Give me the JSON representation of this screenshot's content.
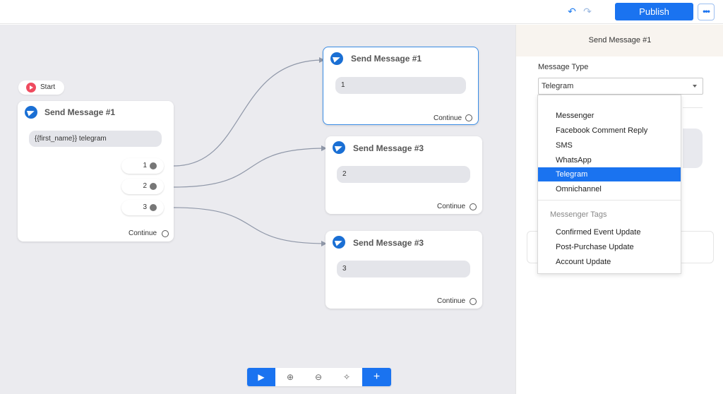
{
  "topbar": {
    "undo_icon": "undo-icon",
    "redo_icon": "redo-icon",
    "publish_label": "Publish",
    "more_label": "•••"
  },
  "canvas": {
    "start_label": "Start",
    "nodes": [
      {
        "title": "Send Message #1",
        "message": "{{first_name}} telegram",
        "buttons": [
          "1",
          "2",
          "3"
        ],
        "continue_label": "Continue"
      },
      {
        "title": "Send Message #1",
        "message": "1",
        "continue_label": "Continue"
      },
      {
        "title": "Send Message #3",
        "message": "2",
        "continue_label": "Continue"
      },
      {
        "title": "Send Message #3",
        "message": "3",
        "continue_label": "Continue"
      }
    ],
    "toolbar": {
      "play": "▶",
      "zoom_in": "⊕",
      "zoom_out": "⊖",
      "auto_layout": "✧",
      "add": "+"
    }
  },
  "panel": {
    "header": "Send Message #1",
    "message_type_label": "Message Type",
    "message_type_value": "Telegram",
    "options": [
      "Messenger",
      "Facebook Comment Reply",
      "SMS",
      "WhatsApp",
      "Telegram",
      "Omnichannel"
    ],
    "selected_option": "Telegram",
    "tags_group_label": "Messenger Tags",
    "tag_options": [
      "Confirmed Event Update",
      "Post-Purchase Update",
      "Account Update"
    ]
  },
  "colors": {
    "accent": "#1a73f0",
    "canvas_bg": "#ebebef",
    "start_icon": "#ef4b5f",
    "telegram_icon": "#1a6fd4"
  }
}
